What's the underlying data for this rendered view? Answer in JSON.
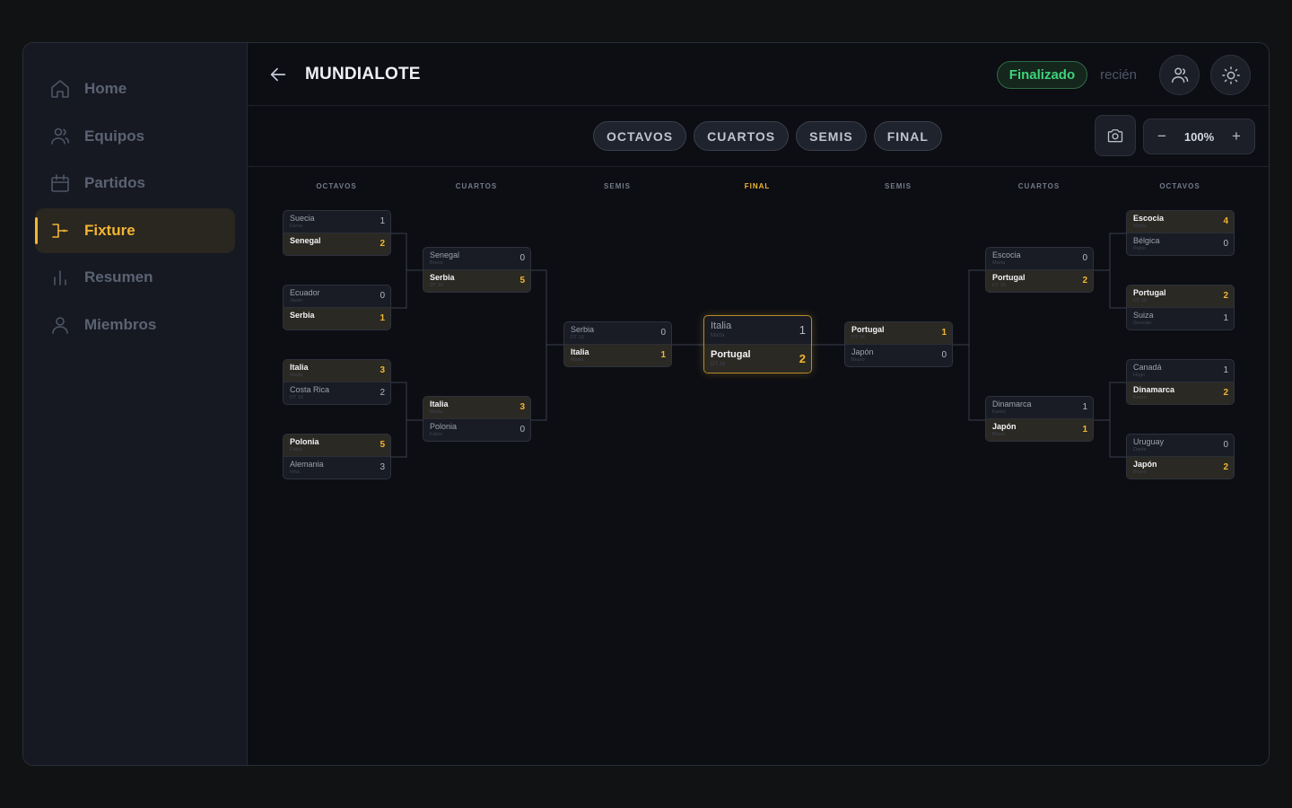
{
  "sidebar": {
    "items": [
      {
        "label": "Home",
        "icon": "home-icon",
        "active": false
      },
      {
        "label": "Equipos",
        "icon": "users-icon",
        "active": false
      },
      {
        "label": "Partidos",
        "icon": "calendar-icon",
        "active": false
      },
      {
        "label": "Fixture",
        "icon": "bracket-icon",
        "active": true
      },
      {
        "label": "Resumen",
        "icon": "bar-chart-icon",
        "active": false
      },
      {
        "label": "Miembros",
        "icon": "user-icon",
        "active": false
      }
    ]
  },
  "header": {
    "title": "MUNDIALOTE",
    "status": "Finalizado",
    "updated": "recién"
  },
  "toolbar": {
    "tabs": [
      "OCTAVOS",
      "CUARTOS",
      "SEMIS",
      "FINAL"
    ],
    "zoom": "100%",
    "zoom_minus": "−",
    "zoom_plus": "+"
  },
  "bracket": {
    "round_labels": [
      "OCTAVOS",
      "CUARTOS",
      "SEMIS",
      "FINAL",
      "SEMIS",
      "CUARTOS",
      "OCTAVOS"
    ],
    "left_octavos": [
      {
        "top": {
          "team": "Suecia",
          "owner": "Elena",
          "score": "1",
          "win": false
        },
        "bottom": {
          "team": "Senegal",
          "owner": "",
          "score": "2",
          "win": true
        }
      },
      {
        "top": {
          "team": "Ecuador",
          "owner": "Javier",
          "score": "0",
          "win": false
        },
        "bottom": {
          "team": "Serbia",
          "owner": "",
          "score": "1",
          "win": true
        }
      },
      {
        "top": {
          "team": "Italia",
          "owner": "Marta",
          "score": "3",
          "win": true
        },
        "bottom": {
          "team": "Costa Rica",
          "owner": "DT 16",
          "score": "2",
          "win": false
        }
      },
      {
        "top": {
          "team": "Polonia",
          "owner": "Fabio",
          "score": "5",
          "win": true
        },
        "bottom": {
          "team": "Alemania",
          "owner": "Irina",
          "score": "3",
          "win": false
        }
      }
    ],
    "left_cuartos": [
      {
        "top": {
          "team": "Senegal",
          "owner": "Bruno",
          "score": "0",
          "win": false
        },
        "bottom": {
          "team": "Serbia",
          "owner": "DT 16",
          "score": "5",
          "win": true
        }
      },
      {
        "top": {
          "team": "Italia",
          "owner": "Marta",
          "score": "3",
          "win": true
        },
        "bottom": {
          "team": "Polonia",
          "owner": "Fabio",
          "score": "0",
          "win": false
        }
      }
    ],
    "left_semis": [
      {
        "top": {
          "team": "Serbia",
          "owner": "DT 16",
          "score": "0",
          "win": false
        },
        "bottom": {
          "team": "Italia",
          "owner": "Marta",
          "score": "1",
          "win": true
        }
      }
    ],
    "final": {
      "top": {
        "team": "Italia",
        "owner": "Marta",
        "score": "1",
        "win": false
      },
      "bottom": {
        "team": "Portugal",
        "owner": "DT 16",
        "score": "2",
        "win": true
      }
    },
    "right_semis": [
      {
        "top": {
          "team": "Portugal",
          "owner": "DT 16",
          "score": "1",
          "win": true
        },
        "bottom": {
          "team": "Japón",
          "owner": "Bruno",
          "score": "0",
          "win": false
        }
      }
    ],
    "right_cuartos": [
      {
        "top": {
          "team": "Escocia",
          "owner": "Marta",
          "score": "0",
          "win": false
        },
        "bottom": {
          "team": "Portugal",
          "owner": "DT 16",
          "score": "2",
          "win": true
        }
      },
      {
        "top": {
          "team": "Dinamarca",
          "owner": "Karen",
          "score": "1",
          "win": false
        },
        "bottom": {
          "team": "Japón",
          "owner": "Bruno",
          "score": "1",
          "win": true
        }
      }
    ],
    "right_octavos": [
      {
        "top": {
          "team": "Escocia",
          "owner": "Marta",
          "score": "4",
          "win": true
        },
        "bottom": {
          "team": "Bélgica",
          "owner": "Pablo",
          "score": "0",
          "win": false
        }
      },
      {
        "top": {
          "team": "Portugal",
          "owner": "DT 16",
          "score": "2",
          "win": true
        },
        "bottom": {
          "team": "Suiza",
          "owner": "Gonzalo",
          "score": "1",
          "win": false
        }
      },
      {
        "top": {
          "team": "Canadá",
          "owner": "Hugo",
          "score": "1",
          "win": false
        },
        "bottom": {
          "team": "Dinamarca",
          "owner": "Karen",
          "score": "2",
          "win": true
        }
      },
      {
        "top": {
          "team": "Uruguay",
          "owner": "Dante",
          "score": "0",
          "win": false
        },
        "bottom": {
          "team": "Japón",
          "owner": "Bruno",
          "score": "2",
          "win": true
        }
      }
    ]
  }
}
